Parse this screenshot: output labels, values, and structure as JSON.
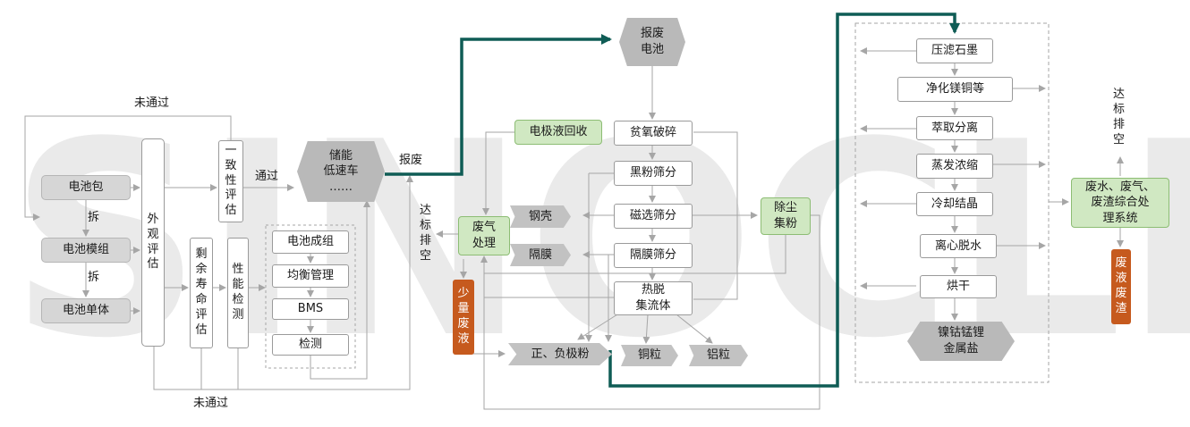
{
  "watermark": "SINOCLI",
  "nodes": {
    "battery_pack": "电池包",
    "battery_module": "电池模组",
    "battery_cell": "电池单体",
    "visual_eval": "外\n观\n评\n估",
    "consistency_eval": "一\n致\n性\n评\n估",
    "remaining_life_eval": "剩\n余\n寿\n命\n评\n估",
    "performance_test": "性\n能\n检\n测",
    "storage_vehicle": "储能\n低速车\n……",
    "battery_assembly": "电池成组",
    "balance_mgmt": "均衡管理",
    "bms": "BMS",
    "inspection": "检测",
    "scrap_battery": "报废\n电池",
    "electrolyte_recovery": "电极液回收",
    "oxygen_poor_crushing": "贫氧破碎",
    "black_powder_sieve": "黑粉筛分",
    "magnetic_sieve": "磁选筛分",
    "separator_sieve": "隔膜筛分",
    "thermal_removal": "热脱\n集流体",
    "steel_shell": "钢壳",
    "separator": "隔膜",
    "waste_gas_treatment": "废气\n处理",
    "small_waste_liquid": "少\n量\n废\n液",
    "dust_powder": "除尘\n集粉",
    "electrode_powder": "正、负极粉",
    "copper_particles": "铜粒",
    "aluminum_particles": "铝粒",
    "filter_graphite": "压滤石墨",
    "purify_mg_cu": "净化镁铜等",
    "extraction_sep": "萃取分离",
    "evaporation_conc": "蒸发浓缩",
    "cooling_crystal": "冷却结晶",
    "centrifugal_dewater": "离心脱水",
    "drying": "烘干",
    "metal_salts": "镍钴锰锂\n金属盐",
    "integrated_treatment": "废水、废气、\n废渣综合处\n理系统",
    "waste_liquid_residue": "废\n液\n废\n渣"
  },
  "labels": {
    "not_passed_top": "未通过",
    "not_passed_bottom": "未通过",
    "dismantle_1": "拆",
    "dismantle_2": "拆",
    "passed": "通过",
    "scrap": "报废",
    "emission_left": "达\n标\n排\n空",
    "emission_right": "达\n标\n排\n空"
  },
  "colors": {
    "main_arrow": "#0f5c55",
    "connector": "#a6a6a6",
    "green_fill": "#d0e8c2",
    "orange_fill": "#c65a1e",
    "hex_fill": "#b9b9b9"
  }
}
